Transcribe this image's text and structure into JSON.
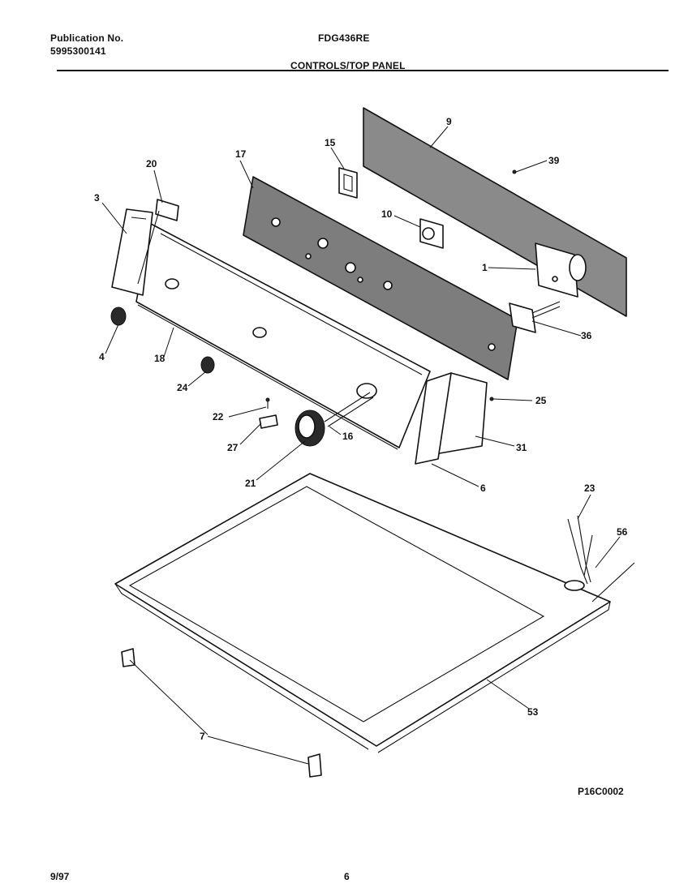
{
  "header": {
    "publication_label": "Publication No.",
    "publication_number": "5995300141",
    "model": "FDG436RE",
    "section_title": "CONTROLS/TOP PANEL"
  },
  "diagram": {
    "callouts": [
      {
        "id": "9",
        "text": "9"
      },
      {
        "id": "39",
        "text": "39"
      },
      {
        "id": "15",
        "text": "15"
      },
      {
        "id": "17",
        "text": "17"
      },
      {
        "id": "20",
        "text": "20"
      },
      {
        "id": "3",
        "text": "3"
      },
      {
        "id": "10",
        "text": "10"
      },
      {
        "id": "1",
        "text": "1"
      },
      {
        "id": "36",
        "text": "36"
      },
      {
        "id": "4",
        "text": "4"
      },
      {
        "id": "18",
        "text": "18"
      },
      {
        "id": "24",
        "text": "24"
      },
      {
        "id": "25",
        "text": "25"
      },
      {
        "id": "22",
        "text": "22"
      },
      {
        "id": "16",
        "text": "16"
      },
      {
        "id": "27",
        "text": "27"
      },
      {
        "id": "31",
        "text": "31"
      },
      {
        "id": "21",
        "text": "21"
      },
      {
        "id": "6",
        "text": "6"
      },
      {
        "id": "23",
        "text": "23"
      },
      {
        "id": "56",
        "text": "56"
      },
      {
        "id": "53",
        "text": "53"
      },
      {
        "id": "7",
        "text": "7"
      }
    ],
    "drawing_code": "P16C0002"
  },
  "footer": {
    "date": "9/97",
    "page": "6"
  }
}
